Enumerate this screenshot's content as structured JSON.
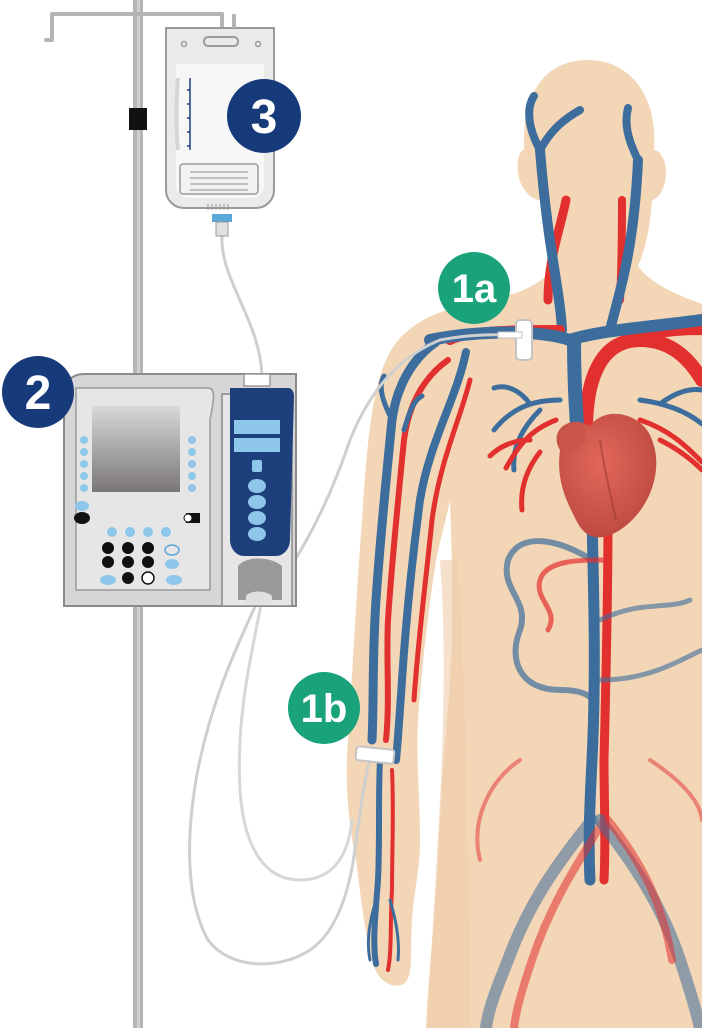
{
  "badges": {
    "central_line": "1a",
    "peripheral_line": "1b",
    "infusion_pump": "2",
    "iv_bag": "3"
  },
  "colors": {
    "badge_green": "#1aa37a",
    "badge_navy": "#173a7a",
    "skin": "#f3d6b6",
    "vein_blue": "#3c6d9c",
    "artery_red": "#e2302f",
    "pump_gray": "#d9d9d9",
    "pump_module_navy": "#1d3f7c"
  },
  "icons": [
    "iv-pole-icon",
    "iv-bag-icon",
    "infusion-pump-icon",
    "heart-icon",
    "human-body-icon"
  ]
}
